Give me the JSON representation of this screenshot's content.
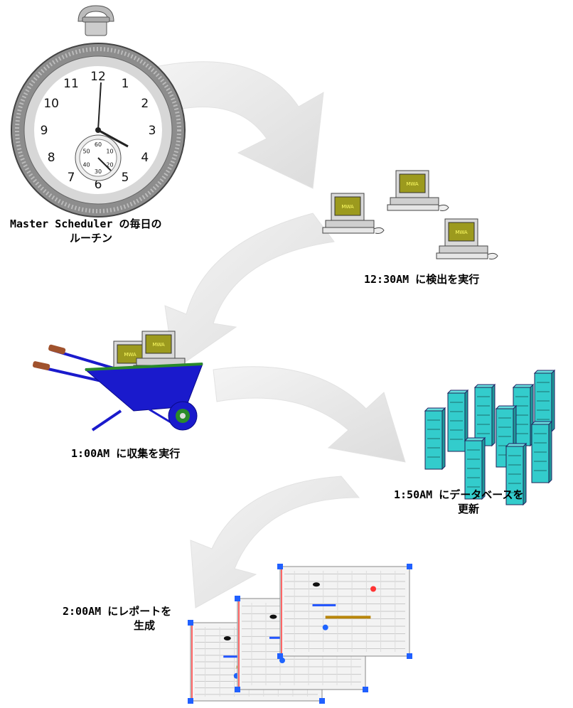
{
  "diagram": {
    "clock": {
      "numbers": [
        "12",
        "1",
        "2",
        "3",
        "4",
        "5",
        "6",
        "7",
        "8",
        "9",
        "10",
        "11"
      ],
      "subdial_numbers": [
        "10",
        "20",
        "30",
        "40",
        "50",
        "60"
      ]
    },
    "monitor_label": "MWA",
    "steps": [
      {
        "id": "routine",
        "lines": [
          "Master Scheduler の毎日の",
          "ルーチン"
        ]
      },
      {
        "id": "discover",
        "lines": [
          "12:30AM に検出を実行"
        ]
      },
      {
        "id": "collect",
        "lines": [
          "1:00AM に収集を実行"
        ]
      },
      {
        "id": "update",
        "lines": [
          "1:50AM にデータベースを",
          "更新"
        ]
      },
      {
        "id": "report",
        "lines": [
          "2:00AM にレポートを",
          "生成"
        ]
      }
    ]
  },
  "colors": {
    "arrow": "#e6e6e6",
    "server": "#33cccc",
    "wheelbarrow": "#1a1acc",
    "wheelbarrow_rim": "#2a8a2a",
    "monitor_screen": "#9c9a1e",
    "monitor_text": "#ffff66"
  }
}
